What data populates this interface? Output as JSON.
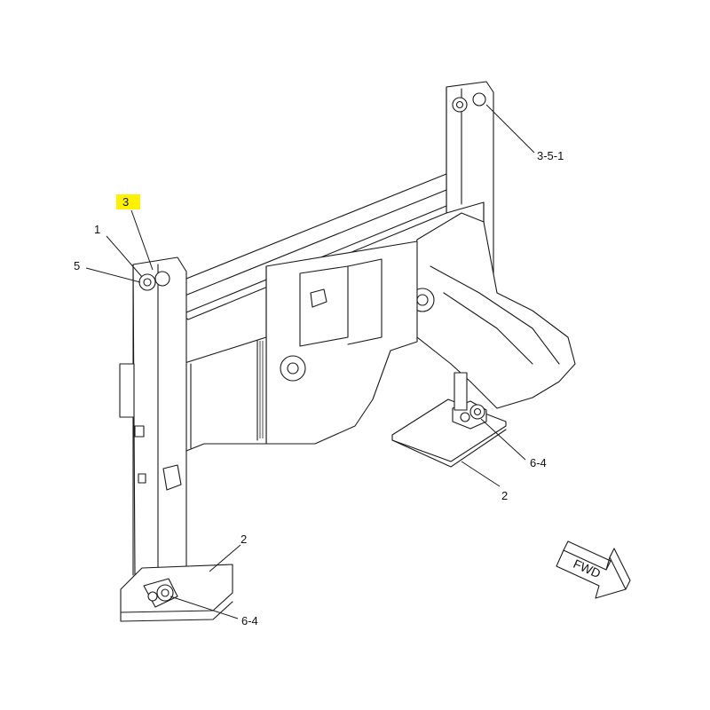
{
  "diagram": {
    "callouts": {
      "c3_top": "3",
      "c1": "1",
      "c5": "5",
      "c351": "3-5-1",
      "c64_right": "6-4",
      "c2_right": "2",
      "c2_left": "2",
      "c64_left": "6-4"
    },
    "highlight_color": "#fff200",
    "fwd_label": "FWD"
  }
}
